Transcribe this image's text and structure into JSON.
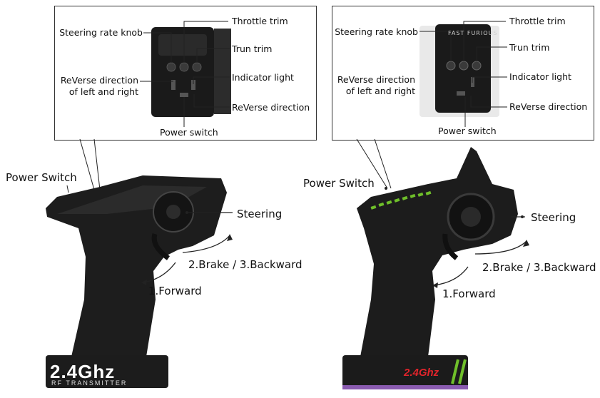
{
  "left_panel": {
    "callouts": {
      "steering_rate_knob": "Steering rate knob",
      "throttle_trim": "Throttle trim",
      "trun_trim": "Trun trim",
      "reverse_lr_line1": "ReVerse direction",
      "reverse_lr_line2": "of left and right",
      "indicator_light": "Indicator light",
      "reverse_direction": "ReVerse direction",
      "power_switch": "Power switch"
    },
    "main_labels": {
      "power_switch": "Power Switch",
      "steering": "Steering",
      "brake_backward": "2.Brake / 3.Backward",
      "forward": "1.Forward"
    },
    "base_badge": "2.4Ghz",
    "base_sub": "RF TRANSMITTER"
  },
  "right_panel": {
    "callouts": {
      "steering_rate_knob": "Steering rate knob",
      "throttle_trim": "Throttle trim",
      "trun_trim": "Trun trim",
      "reverse_lr_line1": "ReVerse direction",
      "reverse_lr_line2": "of left and right",
      "indicator_light": "Indicator light",
      "reverse_direction": "ReVerse direction",
      "power_switch": "Power switch"
    },
    "main_labels": {
      "power_switch": "Power Switch",
      "steering": "Steering",
      "brake_backward": "2.Brake / 3.Backward",
      "forward": "1.Forward"
    },
    "base_badge": "2.4Ghz",
    "top_panel_text": "FAST FURIOUS"
  },
  "colors": {
    "body_black": "#1b1b1b",
    "accent_green": "#6fbf2a",
    "badge_red": "#e0242b",
    "base_purple": "#8a5bb0"
  }
}
